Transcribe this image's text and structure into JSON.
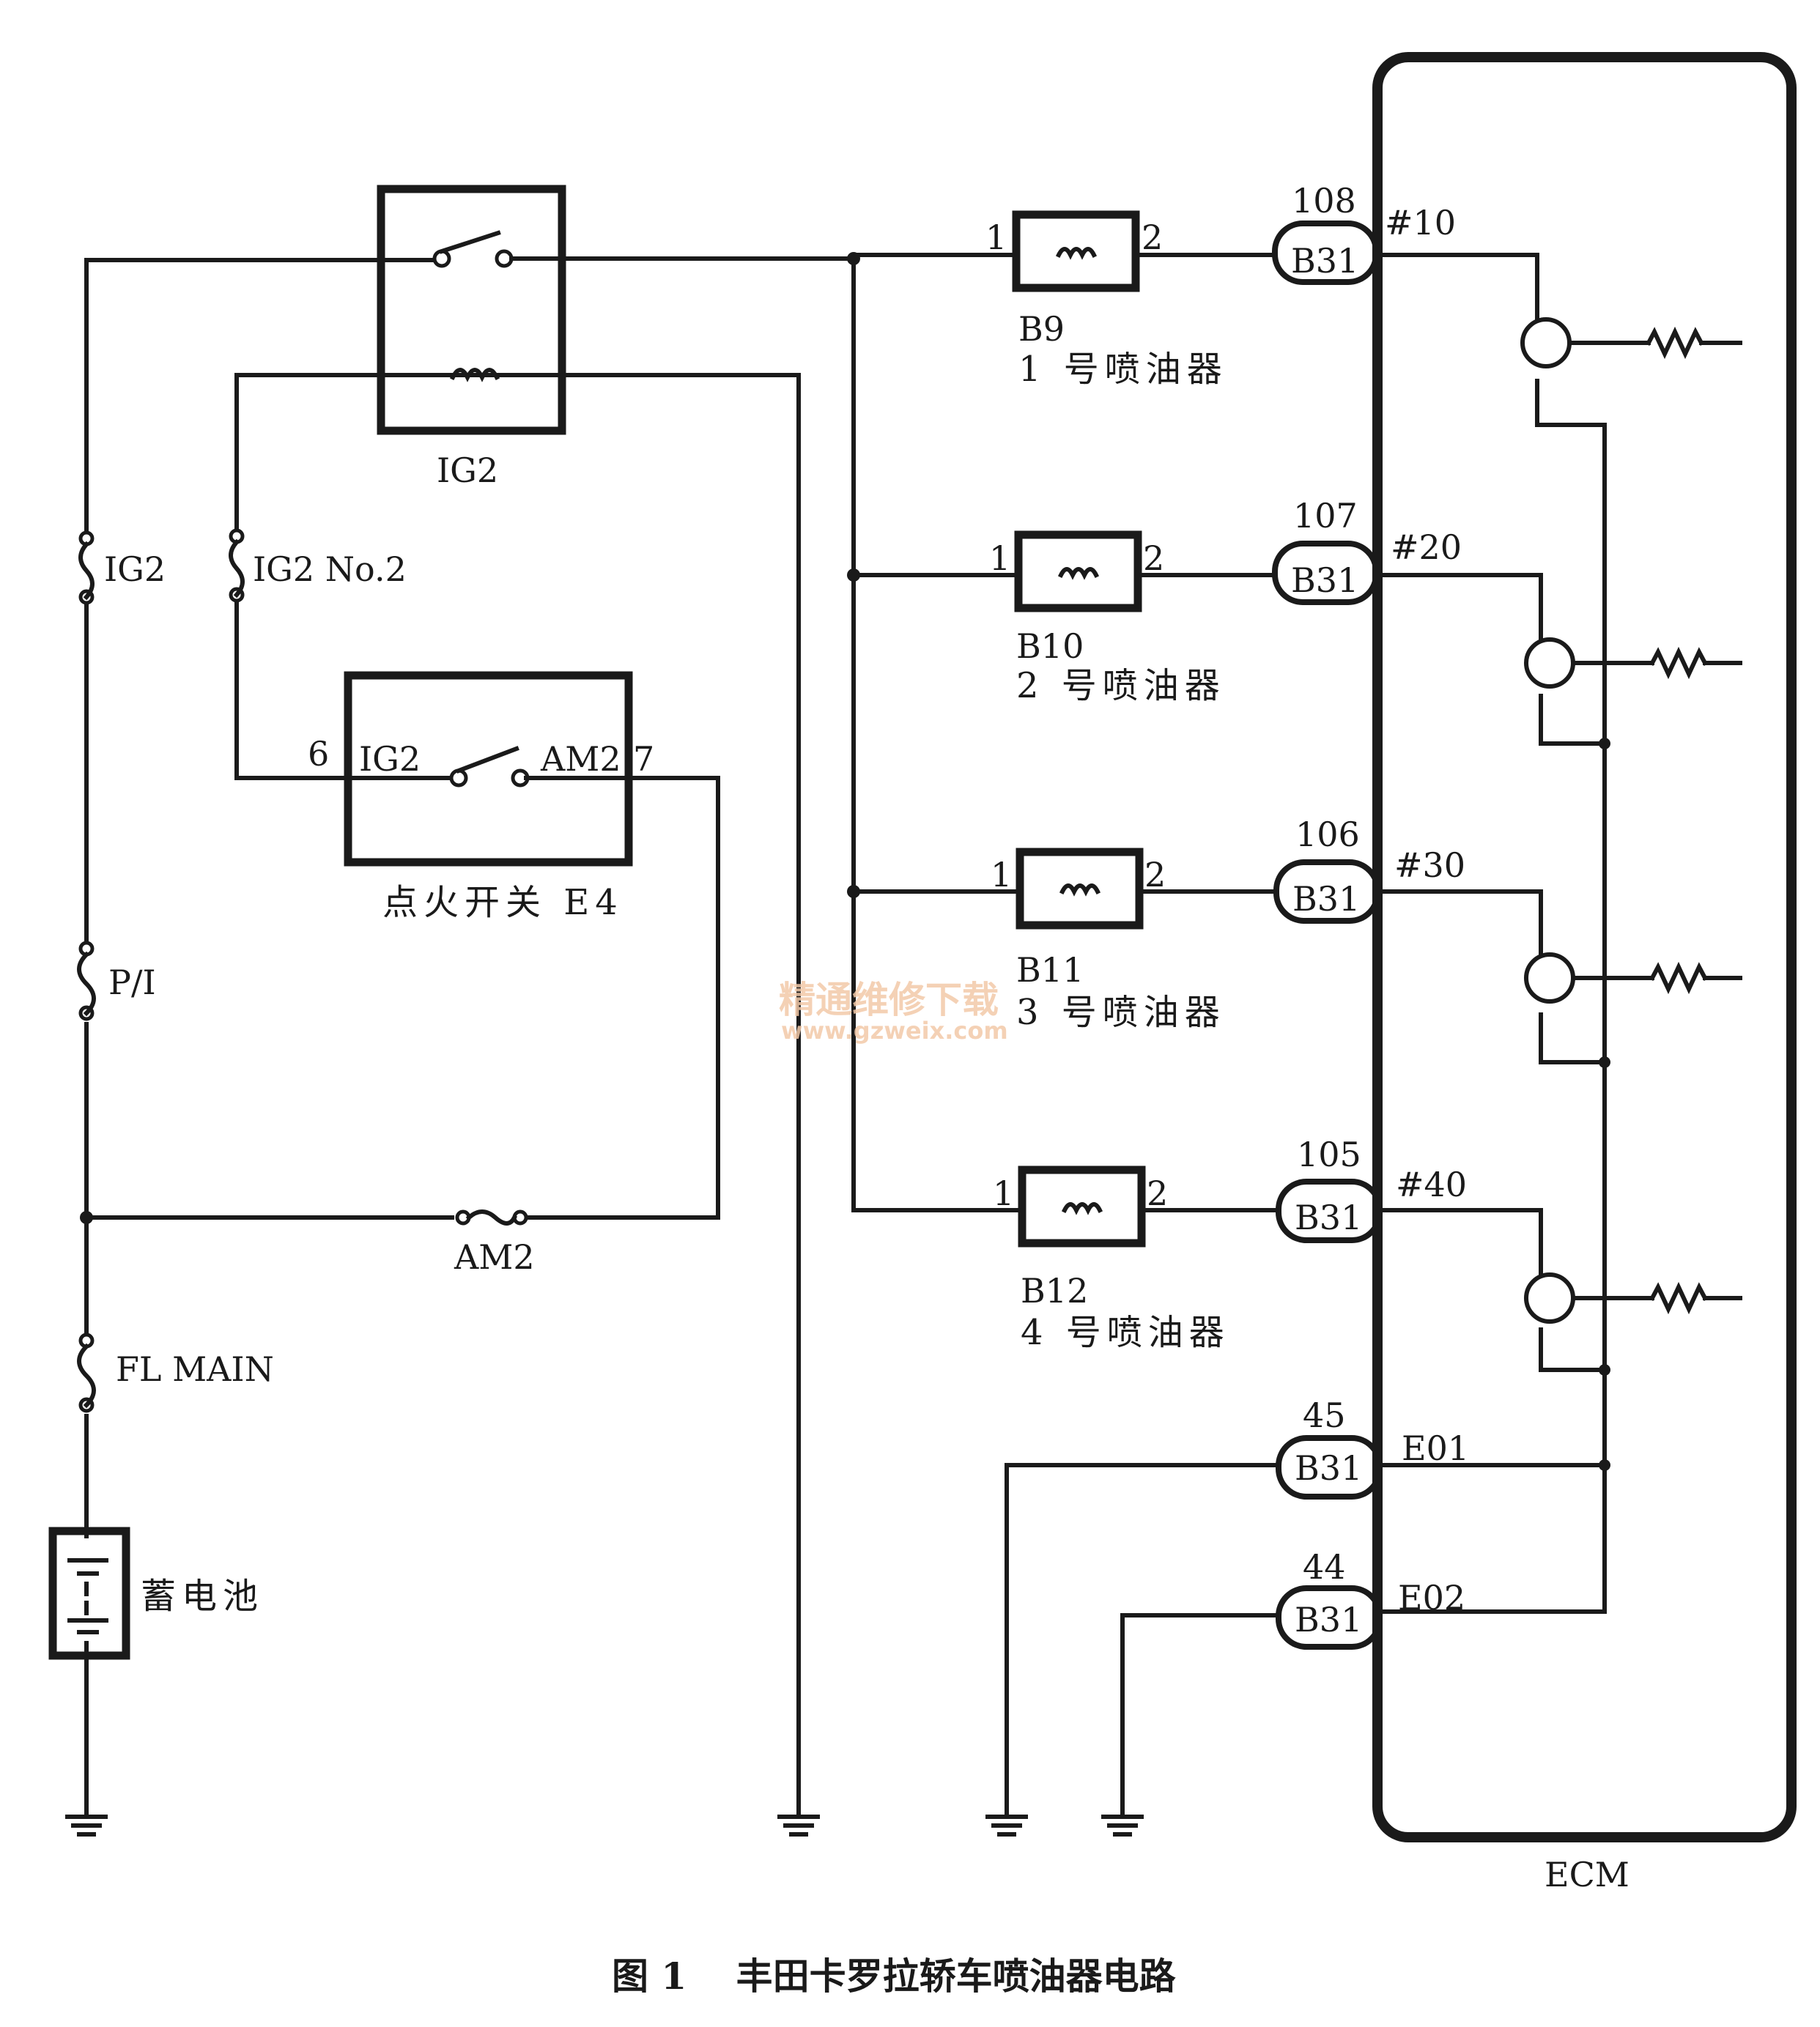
{
  "watermark": {
    "cn": "精通维修下载",
    "url": "www.gzweix.com"
  },
  "caption": "图 1　 丰田卡罗拉轿车喷油器电路",
  "left": {
    "relay_label": "IG2",
    "fuse_ig2": "IG2",
    "fuse_ig2no2": "IG2 No.2",
    "fuse_pi": "P/I",
    "fuse_am2": "AM2",
    "fuse_flmain": "FL MAIN",
    "battery": "蓄电池",
    "ignition": {
      "title": "点火开关 E4",
      "pin_left": "6",
      "term_left": "IG2",
      "term_right": "AM2",
      "pin_right": "7"
    }
  },
  "injectors": [
    {
      "code": "B9",
      "name": "1 号喷油器",
      "pin1": "1",
      "pin2": "2",
      "conn": "B31",
      "pin": "108",
      "signal": "#10"
    },
    {
      "code": "B10",
      "name": "2 号喷油器",
      "pin1": "1",
      "pin2": "2",
      "conn": "B31",
      "pin": "107",
      "signal": "#20"
    },
    {
      "code": "B11",
      "name": "3 号喷油器",
      "pin1": "1",
      "pin2": "2",
      "conn": "B31",
      "pin": "106",
      "signal": "#30"
    },
    {
      "code": "B12",
      "name": "4 号喷油器",
      "pin1": "1",
      "pin2": "2",
      "conn": "B31",
      "pin": "105",
      "signal": "#40"
    }
  ],
  "grounds": [
    {
      "conn": "B31",
      "pin": "45",
      "signal": "E01"
    },
    {
      "conn": "B31",
      "pin": "44",
      "signal": "E02"
    }
  ],
  "ecm_label": "ECM"
}
